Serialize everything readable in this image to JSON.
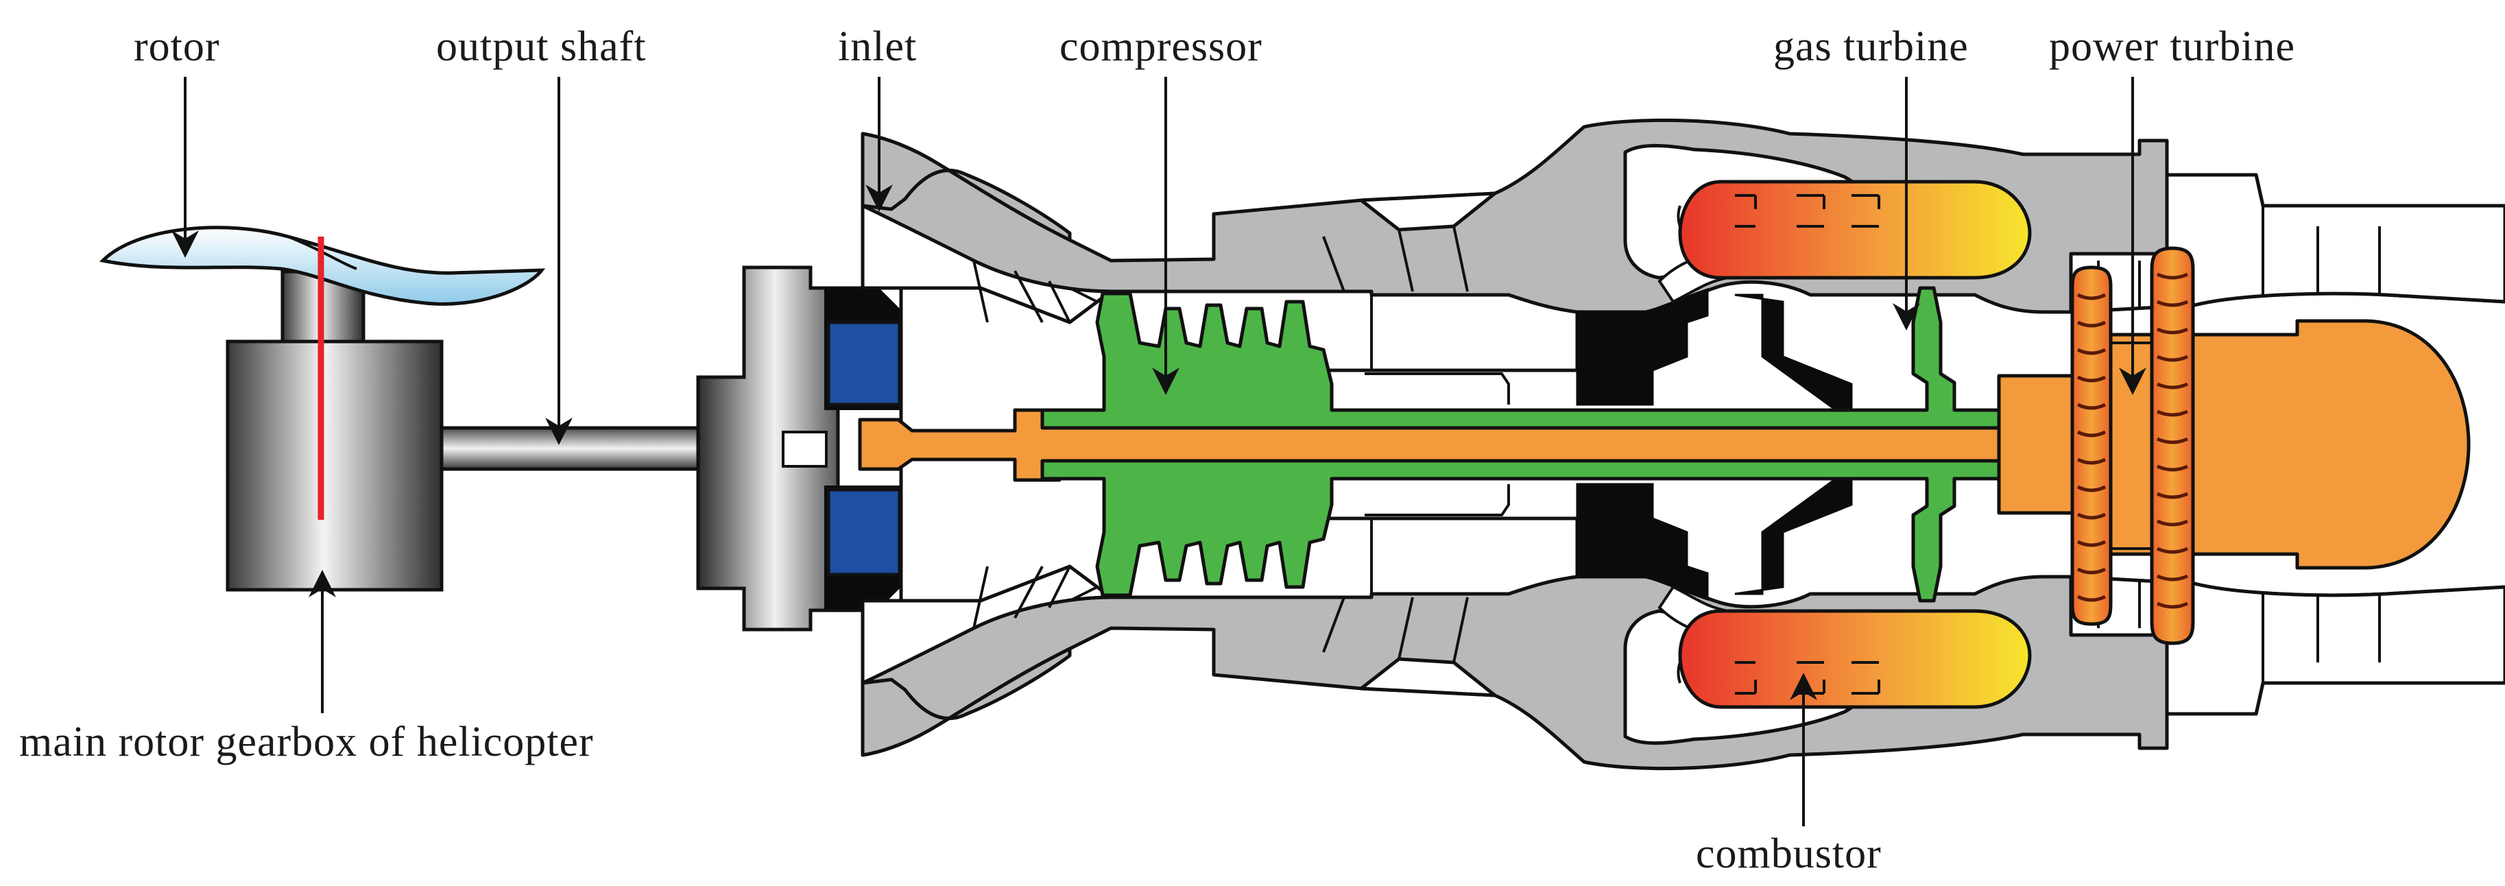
{
  "labels": {
    "rotor": "rotor",
    "output_shaft": "output shaft",
    "inlet": "inlet",
    "compressor": "compressor",
    "gas_turbine": "gas turbine",
    "power_turbine": "power turbine",
    "gearbox": "main rotor gearbox of helicopter",
    "combustor": "combustor"
  },
  "colors": {
    "casing": "#b8b9bb",
    "compressor_spool": "#4db548",
    "power_shaft": "#f39a3c",
    "combustor_hot": "#e8352a",
    "combustor_warm": "#f7e52c",
    "bearing_block": "#1e4fa0",
    "rotor_blade": "#bfe3f5",
    "gearbox_red_line": "#e5232a",
    "outline": "#111111"
  }
}
